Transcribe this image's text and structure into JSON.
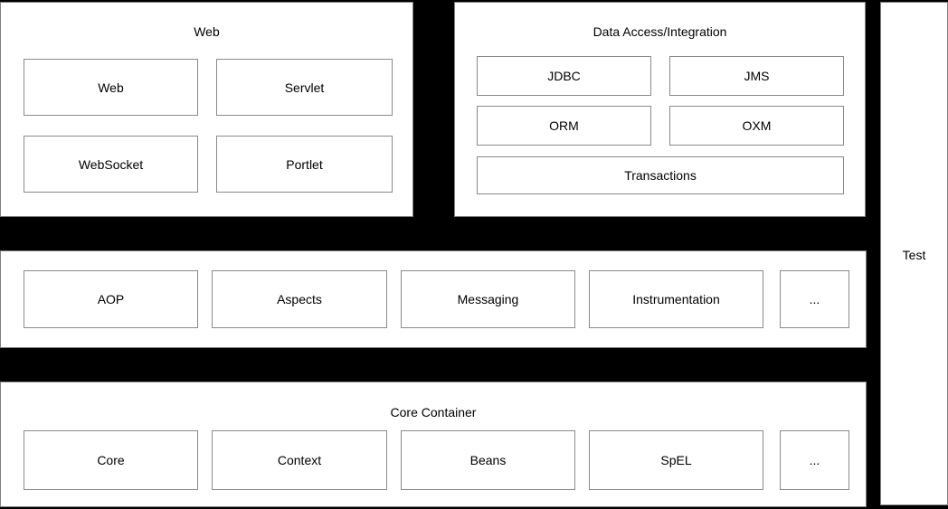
{
  "diagram": {
    "background_color": "#000000",
    "panel_color": "#ffffff",
    "panel_border_color": "#7f7f7f",
    "box_border_color": "#8a8a8a",
    "text_color": "#000000",
    "panels": {
      "web": {
        "title": "Web",
        "boxes": [
          "Web",
          "Servlet",
          "WebSocket",
          "Portlet"
        ]
      },
      "data_access": {
        "title": "Data Access/Integration",
        "boxes": [
          "JDBC",
          "JMS",
          "ORM",
          "OXM",
          "Transactions"
        ]
      },
      "middleware": {
        "boxes": [
          "AOP",
          "Aspects",
          "Messaging",
          "Instrumentation",
          "..."
        ]
      },
      "core_container": {
        "title": "Core Container",
        "boxes": [
          "Core",
          "Context",
          "Beans",
          "SpEL",
          "..."
        ]
      },
      "test": {
        "title": "Test"
      }
    }
  }
}
